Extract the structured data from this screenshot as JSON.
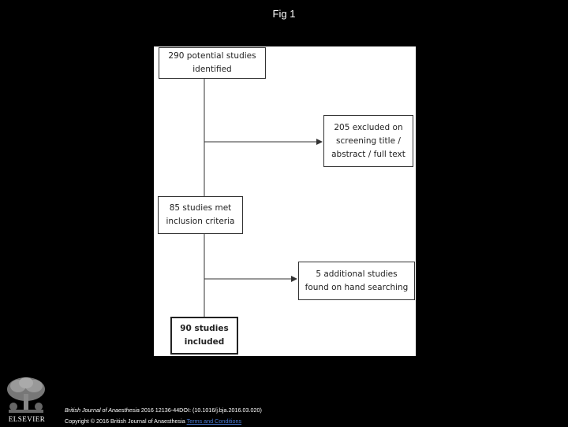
{
  "title": "Fig 1",
  "flowchart": {
    "identified": [
      "290 potential studies",
      "identified"
    ],
    "excluded": [
      "205 excluded on",
      "screening title /",
      "abstract / full text"
    ],
    "met_criteria": [
      "85 studies met",
      "inclusion criteria"
    ],
    "additional": [
      "5 additional studies",
      "found on hand searching"
    ],
    "included": [
      "90 studies",
      "included"
    ]
  },
  "logo": {
    "icon": "elsevier-tree-icon",
    "text": "ELSEVIER"
  },
  "citation": {
    "journal": "British Journal of Anaesthesia",
    "reference": " 2016 12136-44DOI: (10.1016/j.bja.2016.03.020)",
    "copyright": "Copyright © 2016 British Journal of Anaesthesia",
    "link": "Terms and Conditions"
  }
}
